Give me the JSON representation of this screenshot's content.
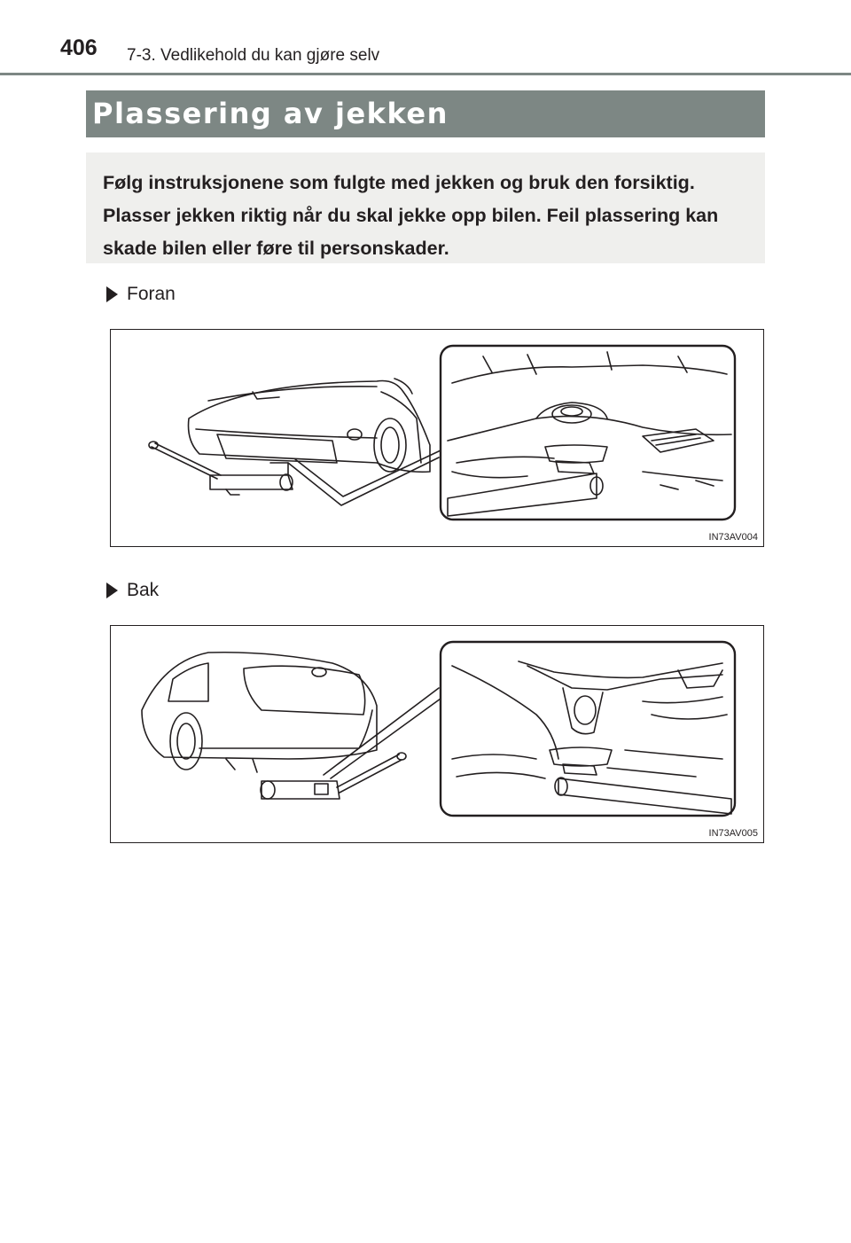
{
  "header": {
    "page_number": "406",
    "section": "7-3. Vedlikehold du kan gjøre selv"
  },
  "title": "Plassering av jekken",
  "intro": {
    "line1": "Følg instruksjonene som fulgte med jekken og bruk den forsiktig.",
    "line2": "Plasser jekken riktig når du skal jekke opp bilen. Feil plassering kan skade bilen eller føre til personskader."
  },
  "sections": [
    {
      "label": "Foran",
      "figure_code": "IN73AV004"
    },
    {
      "label": "Bak",
      "figure_code": "IN73AV005"
    }
  ]
}
